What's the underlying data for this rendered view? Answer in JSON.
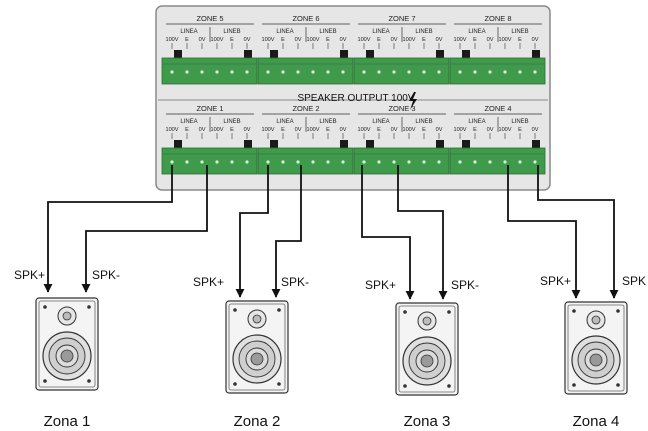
{
  "top_row": [
    {
      "zone": "ZONE 5",
      "linea": "LINEA",
      "lineb": "LINEB",
      "terminals": [
        "100V",
        "E",
        "0V",
        "100V",
        "E",
        "0V"
      ]
    },
    {
      "zone": "ZONE 6",
      "linea": "LINEA",
      "lineb": "LINEB",
      "terminals": [
        "100V",
        "E",
        "0V",
        "100V",
        "E",
        "0V"
      ]
    },
    {
      "zone": "ZONE 7",
      "linea": "LINEA",
      "lineb": "LINEB",
      "terminals": [
        "100V",
        "E",
        "0V",
        "100V",
        "E",
        "0V"
      ]
    },
    {
      "zone": "ZONE 8",
      "linea": "LINEA",
      "lineb": "LINEB",
      "terminals": [
        "100V",
        "E",
        "0V",
        "100V",
        "E",
        "0V"
      ]
    }
  ],
  "bottom_row": [
    {
      "zone": "ZONE 1",
      "linea": "LINEA",
      "lineb": "LINEB",
      "terminals": [
        "100V",
        "E",
        "0V",
        "100V",
        "E",
        "0V"
      ]
    },
    {
      "zone": "ZONE 2",
      "linea": "LINEA",
      "lineb": "LINEB",
      "terminals": [
        "100V",
        "E",
        "0V",
        "100V",
        "E",
        "0V"
      ]
    },
    {
      "zone": "ZONE 3",
      "linea": "LINEA",
      "lineb": "LINEB",
      "terminals": [
        "100V",
        "E",
        "0V",
        "100V",
        "E",
        "0V"
      ]
    },
    {
      "zone": "ZONE 4",
      "linea": "LINEA",
      "lineb": "LINEB",
      "terminals": [
        "100V",
        "E",
        "0V",
        "100V",
        "E",
        "0V"
      ]
    }
  ],
  "speaker_output_label": "SPEAKER OUTPUT 100V",
  "speakers": [
    {
      "plus": "SPK+",
      "minus": "SPK-",
      "name": "Zona 1"
    },
    {
      "plus": "SPK+",
      "minus": "SPK-",
      "name": "Zona 2"
    },
    {
      "plus": "SPK+",
      "minus": "SPK-",
      "name": "Zona 3"
    },
    {
      "plus": "SPK+",
      "minus": "SPK",
      "name": "Zona 4"
    }
  ],
  "colors": {
    "terminal_green": "#3f9a4c",
    "panel": "#e6e6e6",
    "wire": "#111111"
  }
}
